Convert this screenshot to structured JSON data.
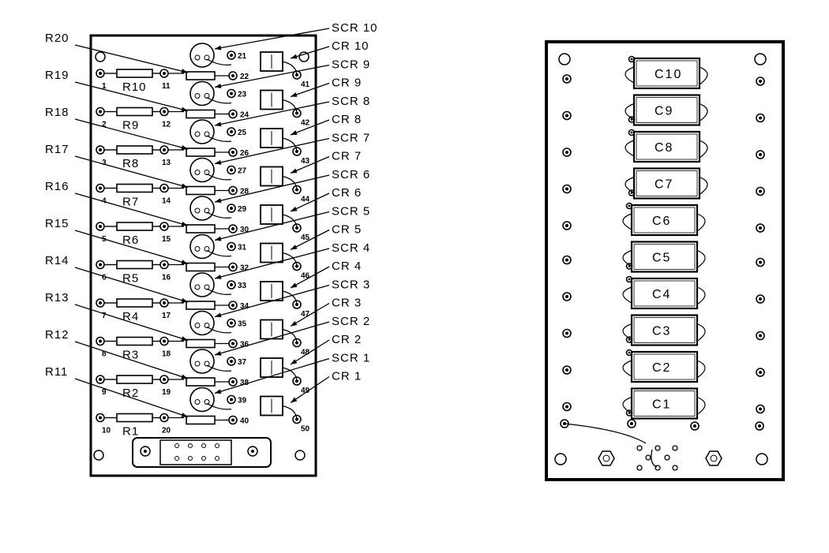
{
  "left_board": {
    "resistors_left": [
      {
        "label": "R10",
        "pins": [
          "1",
          "11"
        ]
      },
      {
        "label": "R9",
        "pins": [
          "2",
          "12"
        ]
      },
      {
        "label": "R8",
        "pins": [
          "3",
          "13"
        ]
      },
      {
        "label": "R7",
        "pins": [
          "4",
          "14"
        ]
      },
      {
        "label": "R6",
        "pins": [
          "5",
          "15"
        ]
      },
      {
        "label": "R5",
        "pins": [
          "6",
          "16"
        ]
      },
      {
        "label": "R4",
        "pins": [
          "7",
          "17"
        ]
      },
      {
        "label": "R3",
        "pins": [
          "8",
          "18"
        ]
      },
      {
        "label": "R2",
        "pins": [
          "9",
          "19"
        ]
      },
      {
        "label": "R1",
        "pins": [
          "10",
          "20"
        ]
      }
    ],
    "resistors_right": [
      "R20",
      "R19",
      "R18",
      "R17",
      "R16",
      "R15",
      "R14",
      "R13",
      "R12",
      "R11"
    ],
    "scr_labels": [
      "SCR 10",
      "SCR 9",
      "SCR 8",
      "SCR 7",
      "SCR 6",
      "SCR 5",
      "SCR 4",
      "SCR 3",
      "SCR 2",
      "SCR 1"
    ],
    "cr_labels": [
      "CR 10",
      "CR 9",
      "CR 8",
      "CR 7",
      "CR 6",
      "CR 5",
      "CR 4",
      "CR 3",
      "CR 2",
      "CR 1"
    ],
    "scr_pins": [
      "21",
      "23",
      "25",
      "27",
      "29",
      "31",
      "33",
      "35",
      "37",
      "39"
    ],
    "resistor_pins": [
      "22",
      "24",
      "26",
      "28",
      "30",
      "32",
      "34",
      "36",
      "38",
      "40"
    ],
    "cr_pins": [
      "41",
      "42",
      "43",
      "44",
      "45",
      "46",
      "47",
      "48",
      "49",
      "50"
    ]
  },
  "right_board": {
    "capacitors": [
      "C10",
      "C9",
      "C8",
      "C7",
      "C6",
      "C5",
      "C4",
      "C3",
      "C2",
      "C1"
    ]
  },
  "colors": {
    "ink": "#000000",
    "paper": "#ffffff"
  }
}
